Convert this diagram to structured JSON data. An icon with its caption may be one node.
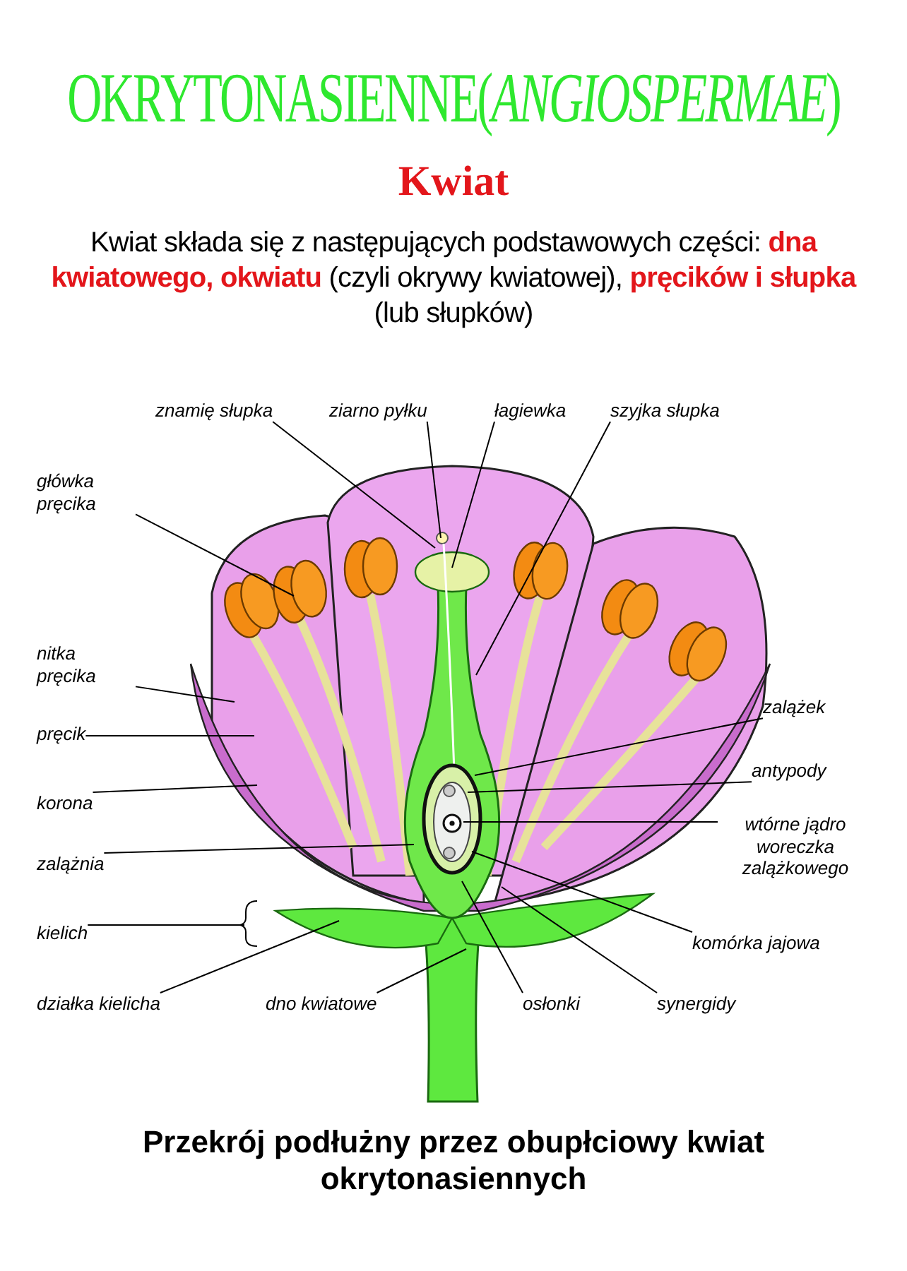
{
  "diagram": {
    "title": "OKRYTONASIENNE(*ANGIOSPERMAE*)",
    "caption": "Przekrój podłużny przez obupłciowy kwiat okrytonasiennych",
    "nodes": [
      {
        "text": [
          "znamię słupka"
        ]
      },
      {
        "text": [
          "ziarno pyłku"
        ]
      },
      {
        "text": [
          "łagiewka"
        ]
      },
      {
        "text": [
          "szyjka słupka"
        ]
      },
      {
        "text": [
          "główka pręcika"
        ]
      },
      {
        "text": [
          "nitka pręcika"
        ]
      },
      {
        "text": [
          "pręcik"
        ]
      },
      {
        "text": [
          "korona"
        ]
      },
      {
        "text": [
          "zalążnia"
        ]
      },
      {
        "text": [
          "kielich"
        ]
      },
      {
        "text": [
          "zalążek"
        ]
      },
      {
        "text": [
          "antypody"
        ]
      },
      {
        "text": [
          "wtórne jądro woreczka zalążkowego"
        ]
      },
      {
        "text": [
          "komórka jajowa"
        ]
      },
      {
        "text": [
          "działka kielicha"
        ]
      },
      {
        "text": [
          "dno kwiatowe"
        ]
      },
      {
        "text": [
          "osłonki"
        ]
      },
      {
        "text": [
          "synergidy"
        ]
      }
    ],
    "edges": [
      {
        "from": 0,
        "to": null,
        "arrow": "none"
      },
      {
        "from": 1,
        "to": null,
        "arrow": "none"
      },
      {
        "from": 2,
        "to": null,
        "arrow": "none"
      },
      {
        "from": 3,
        "to": null,
        "arrow": "none"
      },
      {
        "from": 4,
        "to": null,
        "arrow": "none"
      },
      {
        "from": 5,
        "to": null,
        "arrow": "none"
      },
      {
        "from": 6,
        "to": null,
        "arrow": "none"
      },
      {
        "from": 7,
        "to": null,
        "arrow": "none"
      },
      {
        "from": 8,
        "to": null,
        "arrow": "none"
      },
      {
        "from": 9,
        "to": null,
        "arrow": "none"
      },
      {
        "from": 10,
        "to": null,
        "arrow": "none"
      },
      {
        "from": 11,
        "to": null,
        "arrow": "none"
      },
      {
        "from": 12,
        "to": null,
        "arrow": "none"
      },
      {
        "from": 13,
        "to": null,
        "arrow": "none"
      },
      {
        "from": 14,
        "to": null,
        "arrow": "none"
      },
      {
        "from": 15,
        "to": null,
        "arrow": "none"
      },
      {
        "from": 16,
        "to": null,
        "arrow": "none"
      },
      {
        "from": 17,
        "to": null,
        "arrow": "none"
      }
    ],
    "labels": [
      "Kwiat",
      "Kwiat składa się z następujących podstawowych części: **dna kwiatowego, okwiatu** (czyli okrywy kwiatowej), **pręcików i słupka** (lub słupków)"
    ]
  }
}
